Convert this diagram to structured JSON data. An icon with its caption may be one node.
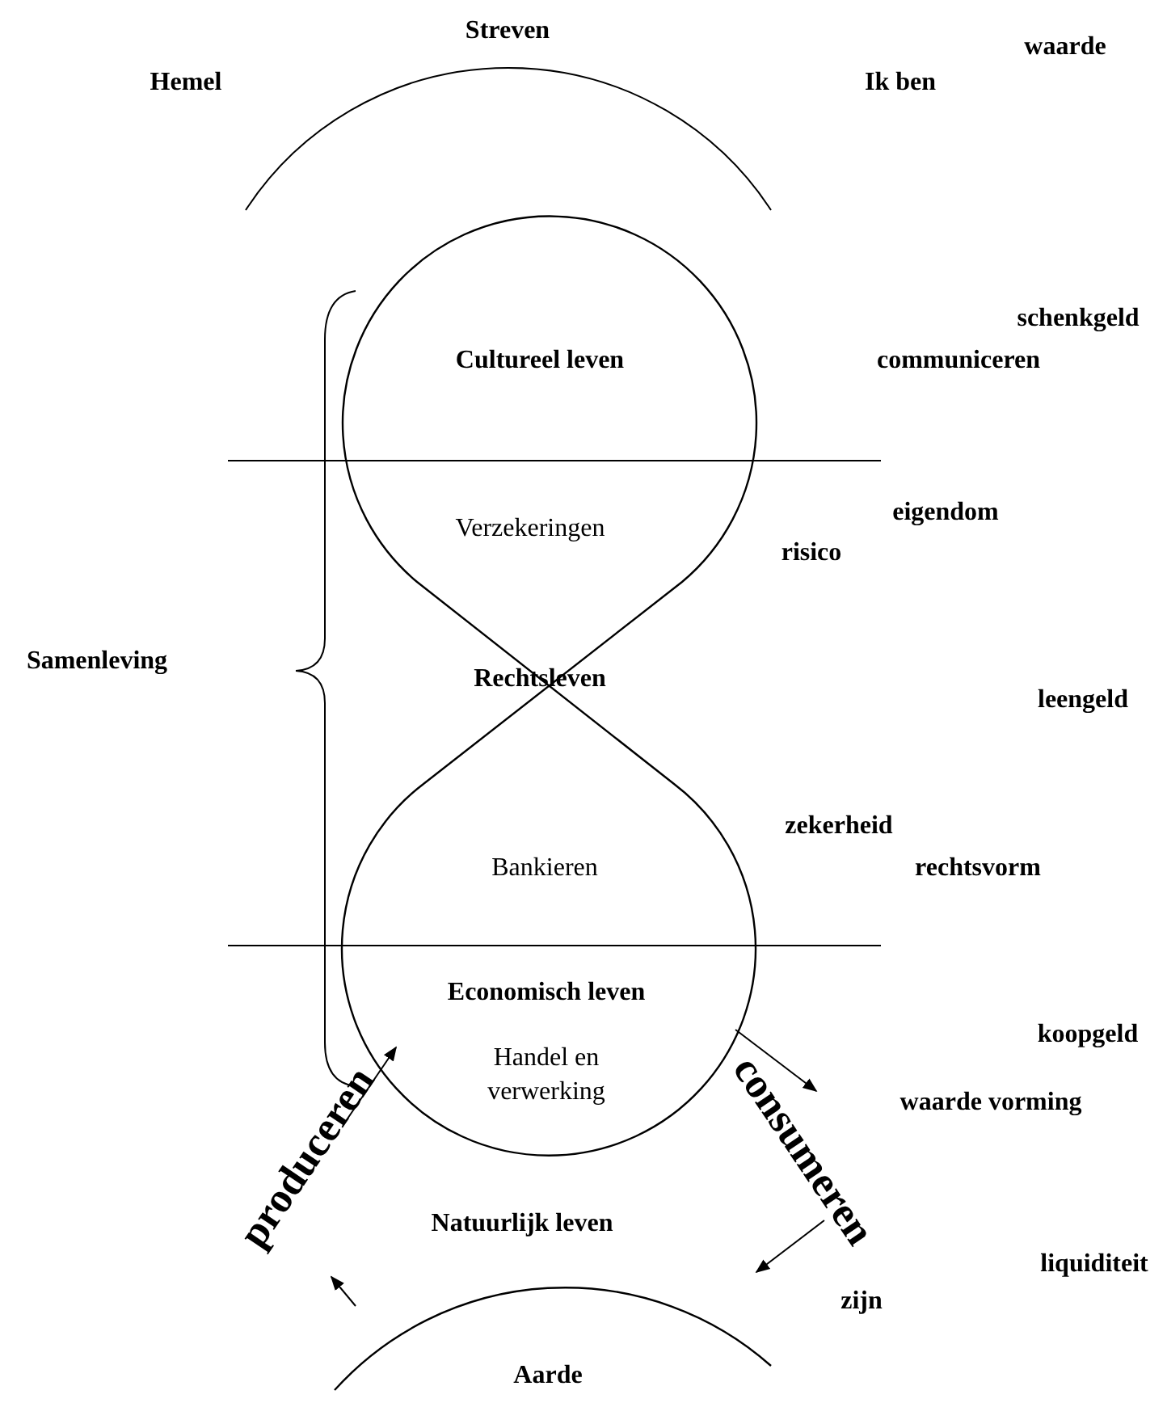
{
  "diagram": {
    "nodes": [
      {
        "text": [
          "Cultureel leven",
          "Verzekeringen",
          "Rechtsleven",
          "Bankieren",
          "Economisch leven",
          "Handel en verwerking"
        ]
      },
      {
        "text": [
          "Aarde"
        ]
      },
      {
        "text": [
          "produceren"
        ]
      },
      {
        "text": [
          "consumeren"
        ]
      }
    ],
    "edges": [
      {
        "from": 2,
        "to": 0,
        "arrow": "to"
      },
      {
        "from": 0,
        "to": 3,
        "arrow": "to"
      },
      {
        "from": 1,
        "to": 2,
        "arrow": "to"
      },
      {
        "from": 3,
        "to": 1,
        "arrow": "to"
      }
    ],
    "labels": [
      "Streven",
      "waarde",
      "Hemel",
      "Ik ben",
      "schenkgeld",
      "communiceren",
      "eigendom",
      "risico",
      "Samenleving",
      "leengeld",
      "zekerheid",
      "rechtsvorm",
      "koopgeld",
      "waarde vorming",
      "Natuurlijk leven",
      "liquiditeit",
      "zijn"
    ]
  }
}
